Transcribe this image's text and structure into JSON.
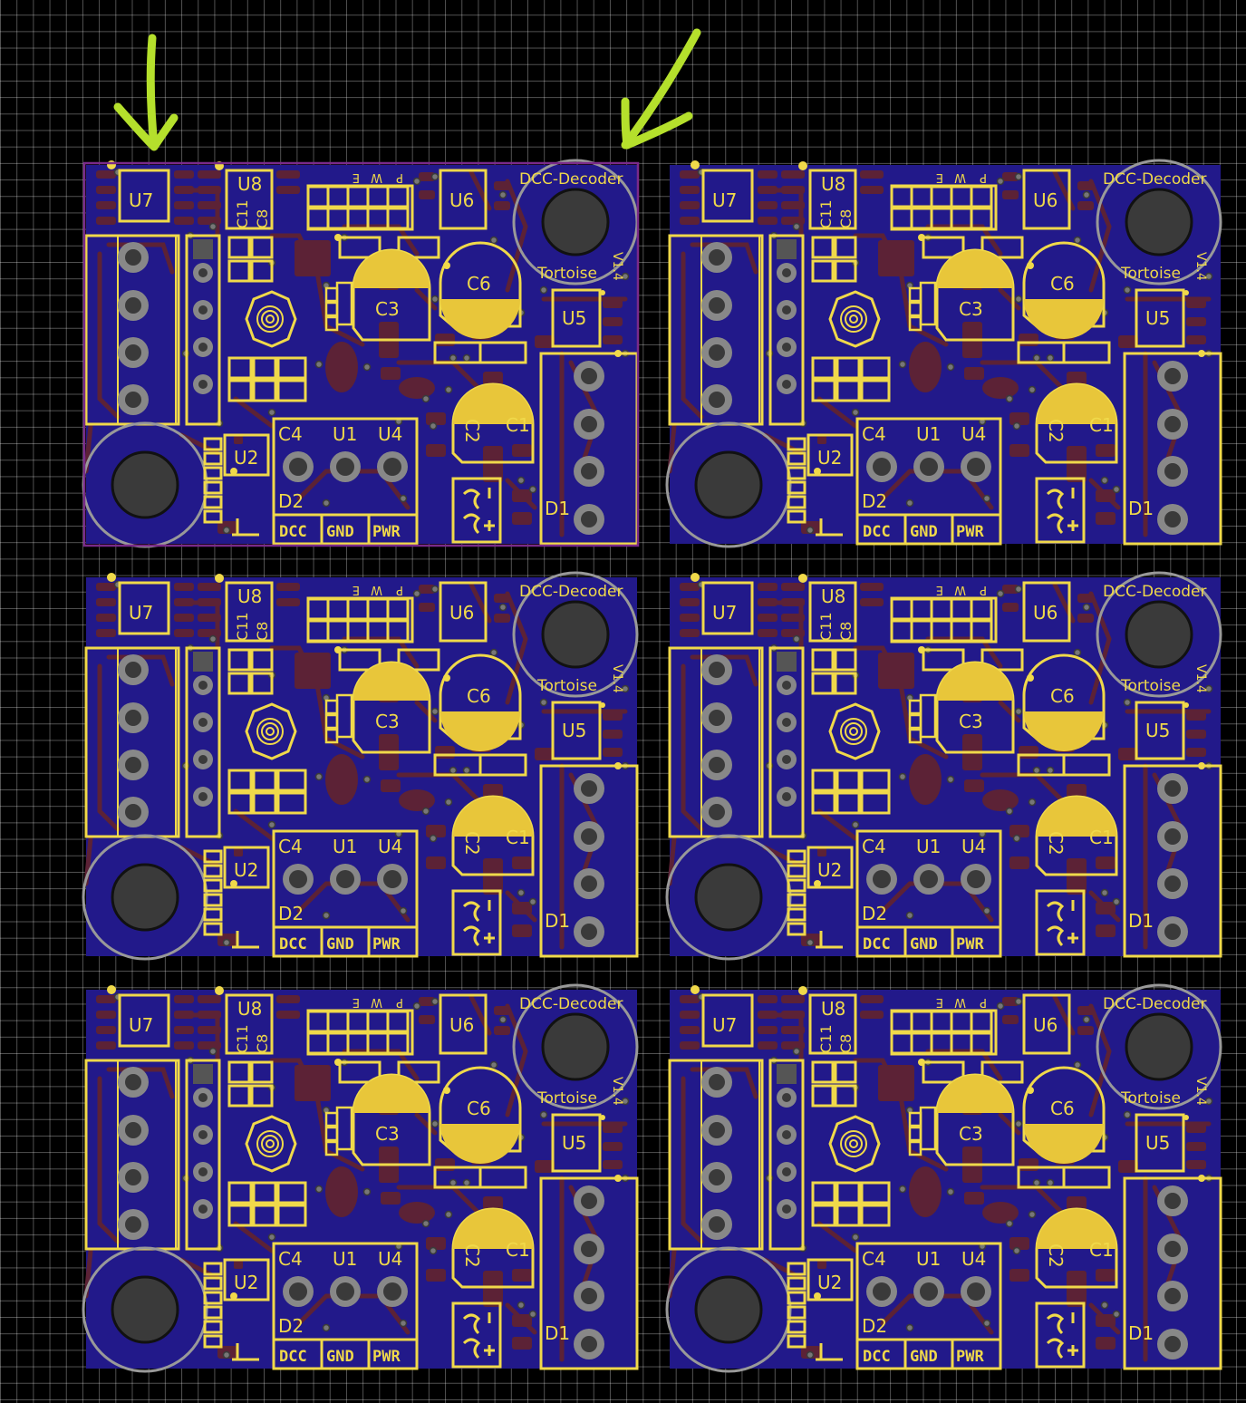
{
  "colors": {
    "background": "#000000",
    "grid": "#5a5a5a",
    "board": "#22198a",
    "silkscreen": "#f0d94a",
    "copper": "#5c2236",
    "drill": "#3a3a3a",
    "annotation_arrow": "#b5e02c",
    "outline_selected": "#7a2a8a"
  },
  "annotations": {
    "arrows": [
      "arrow-down-icon",
      "arrow-down-left-icon"
    ]
  },
  "panel": {
    "rows": 3,
    "columns": 2,
    "board_count": 6,
    "selected_board": 1
  },
  "board": {
    "title": "DCC-Decoder",
    "subtitle": "Tortoise",
    "version": "V1.4",
    "jumper_labels": [
      "P",
      "W",
      "E"
    ],
    "terminal_labels": [
      "DCC",
      "GND",
      "PWR"
    ],
    "refdes": {
      "u1": "U1",
      "u2": "U2",
      "u4": "U4",
      "u5": "U5",
      "u6": "U6",
      "u7": "U7",
      "u8": "U8",
      "c1": "C1",
      "c2": "C2",
      "c3": "C3",
      "c4": "C4",
      "c6": "C6",
      "c8": "C8",
      "c11": "C11",
      "d1": "D1",
      "d2": "D2"
    }
  }
}
